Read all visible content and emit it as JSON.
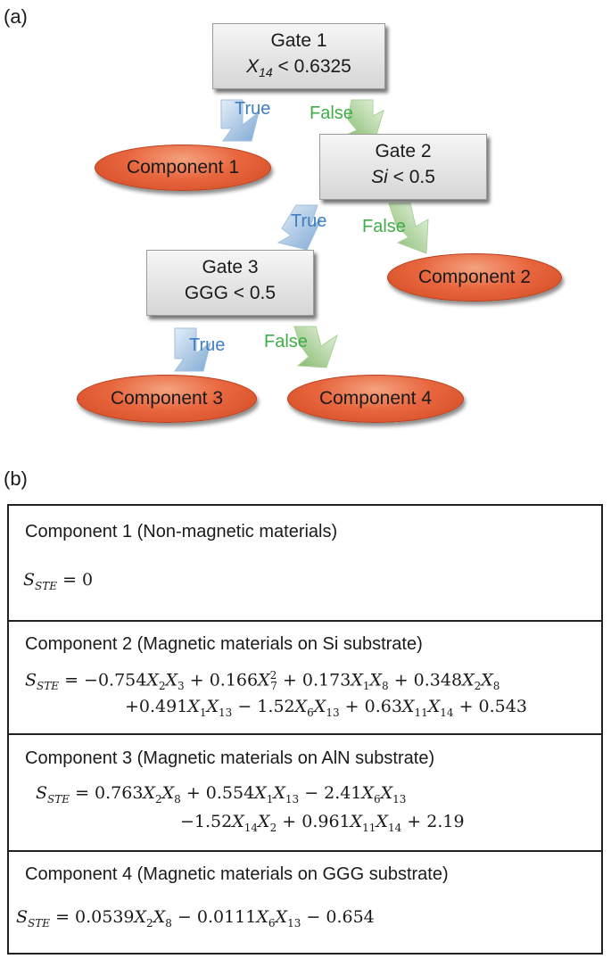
{
  "panel_a_label": "(a)",
  "panel_b_label": "(b)",
  "tree": {
    "gates": [
      {
        "title": "Gate 1",
        "var": "X",
        "sub": "14",
        "cond": " < 0.6325"
      },
      {
        "title": "Gate 2",
        "var": "Si",
        "sub": "",
        "cond": " < 0.5"
      },
      {
        "title": "Gate 3",
        "var": "",
        "sub": "",
        "cond": "GGG < 0.5"
      }
    ],
    "components": [
      "Component 1",
      "Component 2",
      "Component 3",
      "Component 4"
    ],
    "true_label": "True",
    "false_label": "False",
    "colors": {
      "true": "#3f7fc1",
      "false": "#3fae48",
      "component": "#e8663e",
      "gate": "#d9d9d9"
    }
  },
  "table": {
    "rows": [
      {
        "title": "Component 1 (Non-magnetic materials)"
      },
      {
        "title": "Component 2 (Magnetic materials on Si substrate)"
      },
      {
        "title": "Component 3 (Magnetic materials on AlN substrate)"
      },
      {
        "title": "Component 4 (Magnetic materials on GGG substrate)"
      }
    ]
  }
}
